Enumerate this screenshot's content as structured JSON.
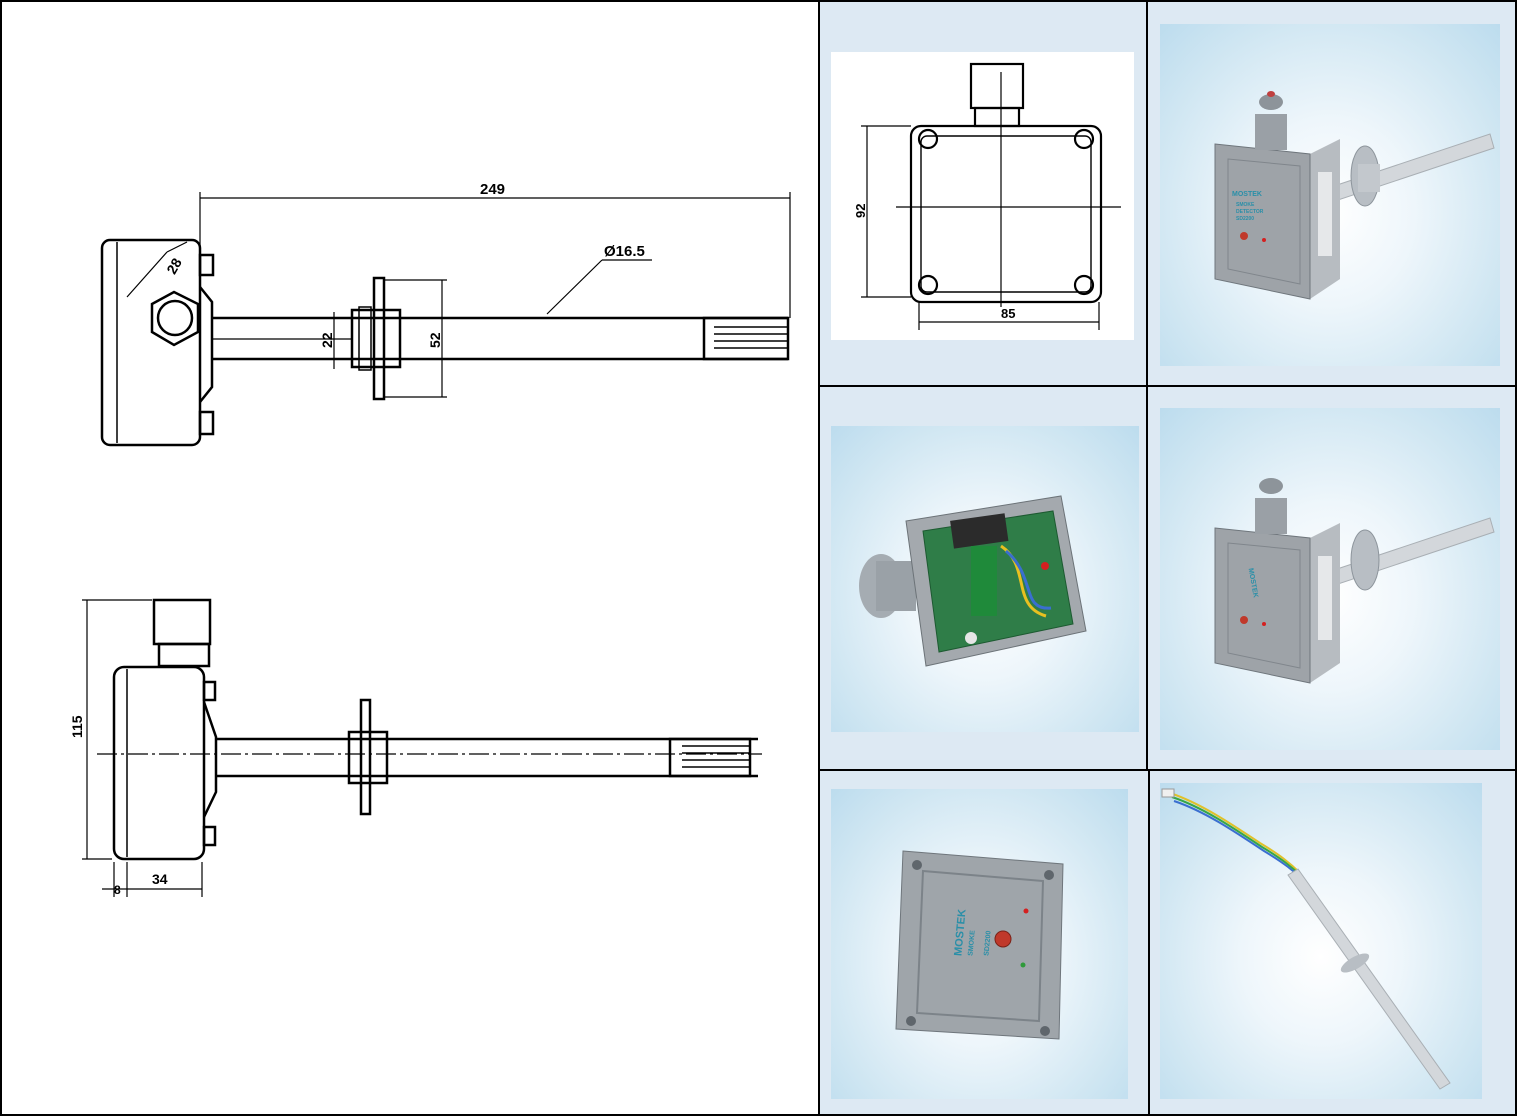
{
  "dimensions": {
    "length": "249",
    "probe_diameter": "Ø16.5",
    "hex_size": "28",
    "fitting_diameter": "22",
    "flange_diameter": "52",
    "height": "115",
    "depth": "34",
    "offset": "8",
    "box_height": "92",
    "box_width": "85"
  },
  "product_labels": {
    "brand": "MOSTEK",
    "line1": "SMOKE",
    "line2": "DETECTOR",
    "model": "SD2200"
  },
  "colors": {
    "cell_background": "#dde9f3",
    "housing": "#9ea3a8",
    "probe": "#d9dcdf",
    "brand_text": "#2a8fa8",
    "pcb": "#2f7d48",
    "led_red": "#d42020",
    "button_red": "#c0392b"
  }
}
